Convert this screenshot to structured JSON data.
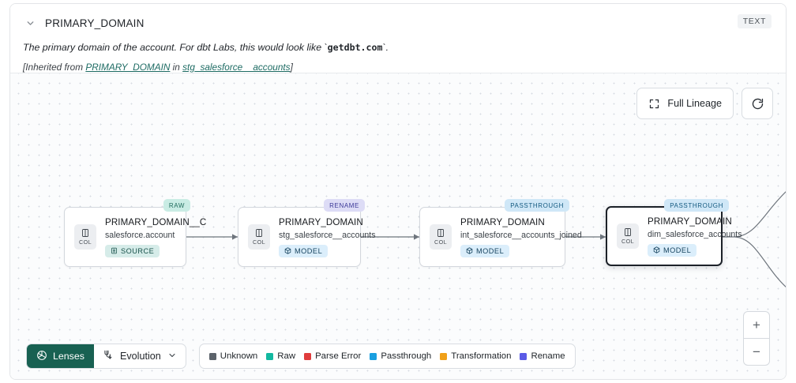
{
  "header": {
    "collapse_icon": "chevron-down-icon",
    "title": "PRIMARY_DOMAIN",
    "type_badge": "TEXT",
    "description_prefix": "The primary domain of the account. For dbt Labs, this would look like `",
    "description_code": "getdbt.com",
    "description_suffix": "`.",
    "inherited_prefix": "[Inherited from ",
    "inherited_column": "PRIMARY_DOMAIN",
    "inherited_mid": " in ",
    "inherited_table": "stg_salesforce__accounts",
    "inherited_suffix": "]"
  },
  "controls": {
    "full_lineage_label": "Full Lineage",
    "full_lineage_icon": "expand-icon",
    "refresh_icon": "refresh-icon",
    "zoom_in": "+",
    "zoom_out": "−"
  },
  "graph": {
    "nodes": [
      {
        "column": "PRIMARY_DOMAIN__C",
        "table": "salesforce.account",
        "materialization": "SOURCE",
        "materialization_icon": "database-icon",
        "lens_badge": "RAW",
        "lens_class": "lens-raw",
        "mat_class": "source",
        "chip_label": "COL",
        "selected": false
      },
      {
        "column": "PRIMARY_DOMAIN",
        "table": "stg_salesforce__accounts",
        "materialization": "MODEL",
        "materialization_icon": "cube-icon",
        "lens_badge": "RENAME",
        "lens_class": "lens-rename",
        "mat_class": "model",
        "chip_label": "COL",
        "selected": false
      },
      {
        "column": "PRIMARY_DOMAIN",
        "table": "int_salesforce__accounts_joined",
        "materialization": "MODEL",
        "materialization_icon": "cube-icon",
        "lens_badge": "PASSTHROUGH",
        "lens_class": "lens-passthrough",
        "mat_class": "model",
        "chip_label": "COL",
        "selected": false
      },
      {
        "column": "PRIMARY_DOMAIN",
        "table": "dim_salesforce_accounts",
        "materialization": "MODEL",
        "materialization_icon": "cube-icon",
        "lens_badge": "PASSTHROUGH",
        "lens_class": "lens-passthrough",
        "mat_class": "model",
        "chip_label": "COL",
        "selected": true
      }
    ]
  },
  "toolbar": {
    "lenses_label": "Lenses",
    "lenses_icon": "aperture-icon",
    "evolution_label": "Evolution",
    "evolution_icon": "evolution-icon",
    "evolution_chevron": "chevron-down-icon"
  },
  "legend": {
    "items": [
      {
        "label": "Unknown",
        "color": "#5c636b"
      },
      {
        "label": "Raw",
        "color": "#13b8a0"
      },
      {
        "label": "Parse Error",
        "color": "#e03c3c"
      },
      {
        "label": "Passthrough",
        "color": "#1a9fe0"
      },
      {
        "label": "Transformation",
        "color": "#f0a019"
      },
      {
        "label": "Rename",
        "color": "#5b5be6"
      }
    ]
  },
  "colors": {
    "lenses_green": "#186152",
    "link_teal": "#1d6b63",
    "selected_border": "#1c2128"
  }
}
